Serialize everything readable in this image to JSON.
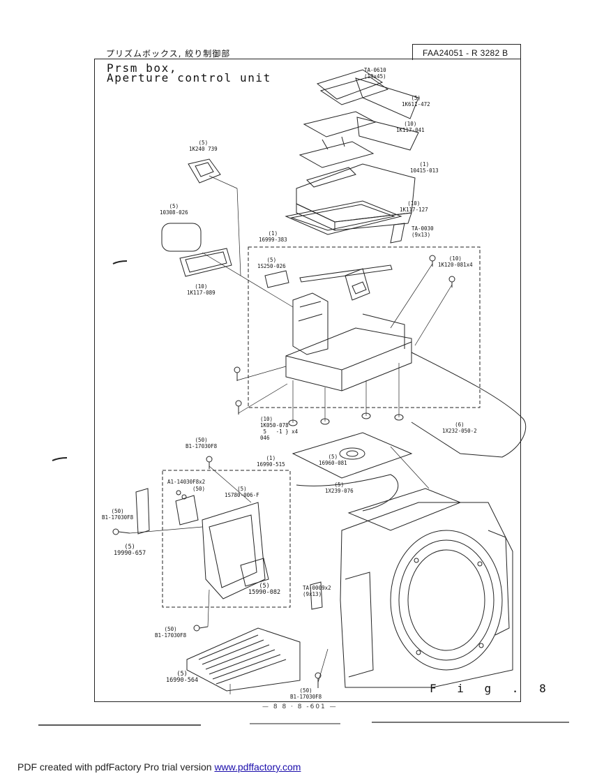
{
  "header": {
    "jp_title": "プリズムボックス, 絞り制御部",
    "code": "FAA24051 - R 3282  B",
    "title_line1": "Prsm box,",
    "title_line2": "Aperture control unit"
  },
  "labels": {
    "ta0610": "TA-0610\n(19x45)",
    "p5_1k611": "(5)\n1K611-472",
    "p10_1k117_041": "(10)\n1K117-041",
    "p5_1k240": "(5)\n1K240 739",
    "p1_10415": "(1)\n10415-013",
    "p10_1k117_127": "(10)\n1K117-127",
    "p5_10308": "(5)\n10308-026",
    "ta0030": "TA-0030\n(9x13)",
    "p1_16999": "(1)\n16999-383",
    "p5_1s250": "(5)\n1S250-026",
    "p10_1k120": "(10)\n1K120-081x4",
    "p10_1k117_089": "(10)\n1K117-089",
    "p10_1k050": "(10)\n1K050-078\n 5   -1 } x4\n046",
    "p6_1x232": "(6)\n1X232-050-2",
    "p50_b1_top": "(50)\nB1-17030F8",
    "p1_16990_515": "(1)\n16990-515",
    "p5_16960": "(5)\n16960-081",
    "a1_14030": "A1-14030F8x2",
    "p50_small": "(50)",
    "p5_1s780": "(5)\n1S780-006-F",
    "p5_1x239": "(5)\n1X239-076",
    "p50_b1_left": "(50)\nB1-17030F8",
    "p5_19990_657": "(5)\n19990-657",
    "ta0009": "TA-0009x2\n(9x13)",
    "p5_15990_082": "(5)\n15990-082",
    "p50_b1_lower": "(50)\nB1-17030F8",
    "p5_16990_564": "(5)\n16990-564",
    "p50_b1_bottom": "(50)\nB1-17030F8"
  },
  "figure": {
    "label": "F i g . 8",
    "page_number": "— 8 8 · 8 -601 —"
  },
  "footer": {
    "prefix": "PDF created with pdfFactory Pro trial version ",
    "link": "www.pdffactory.com"
  }
}
